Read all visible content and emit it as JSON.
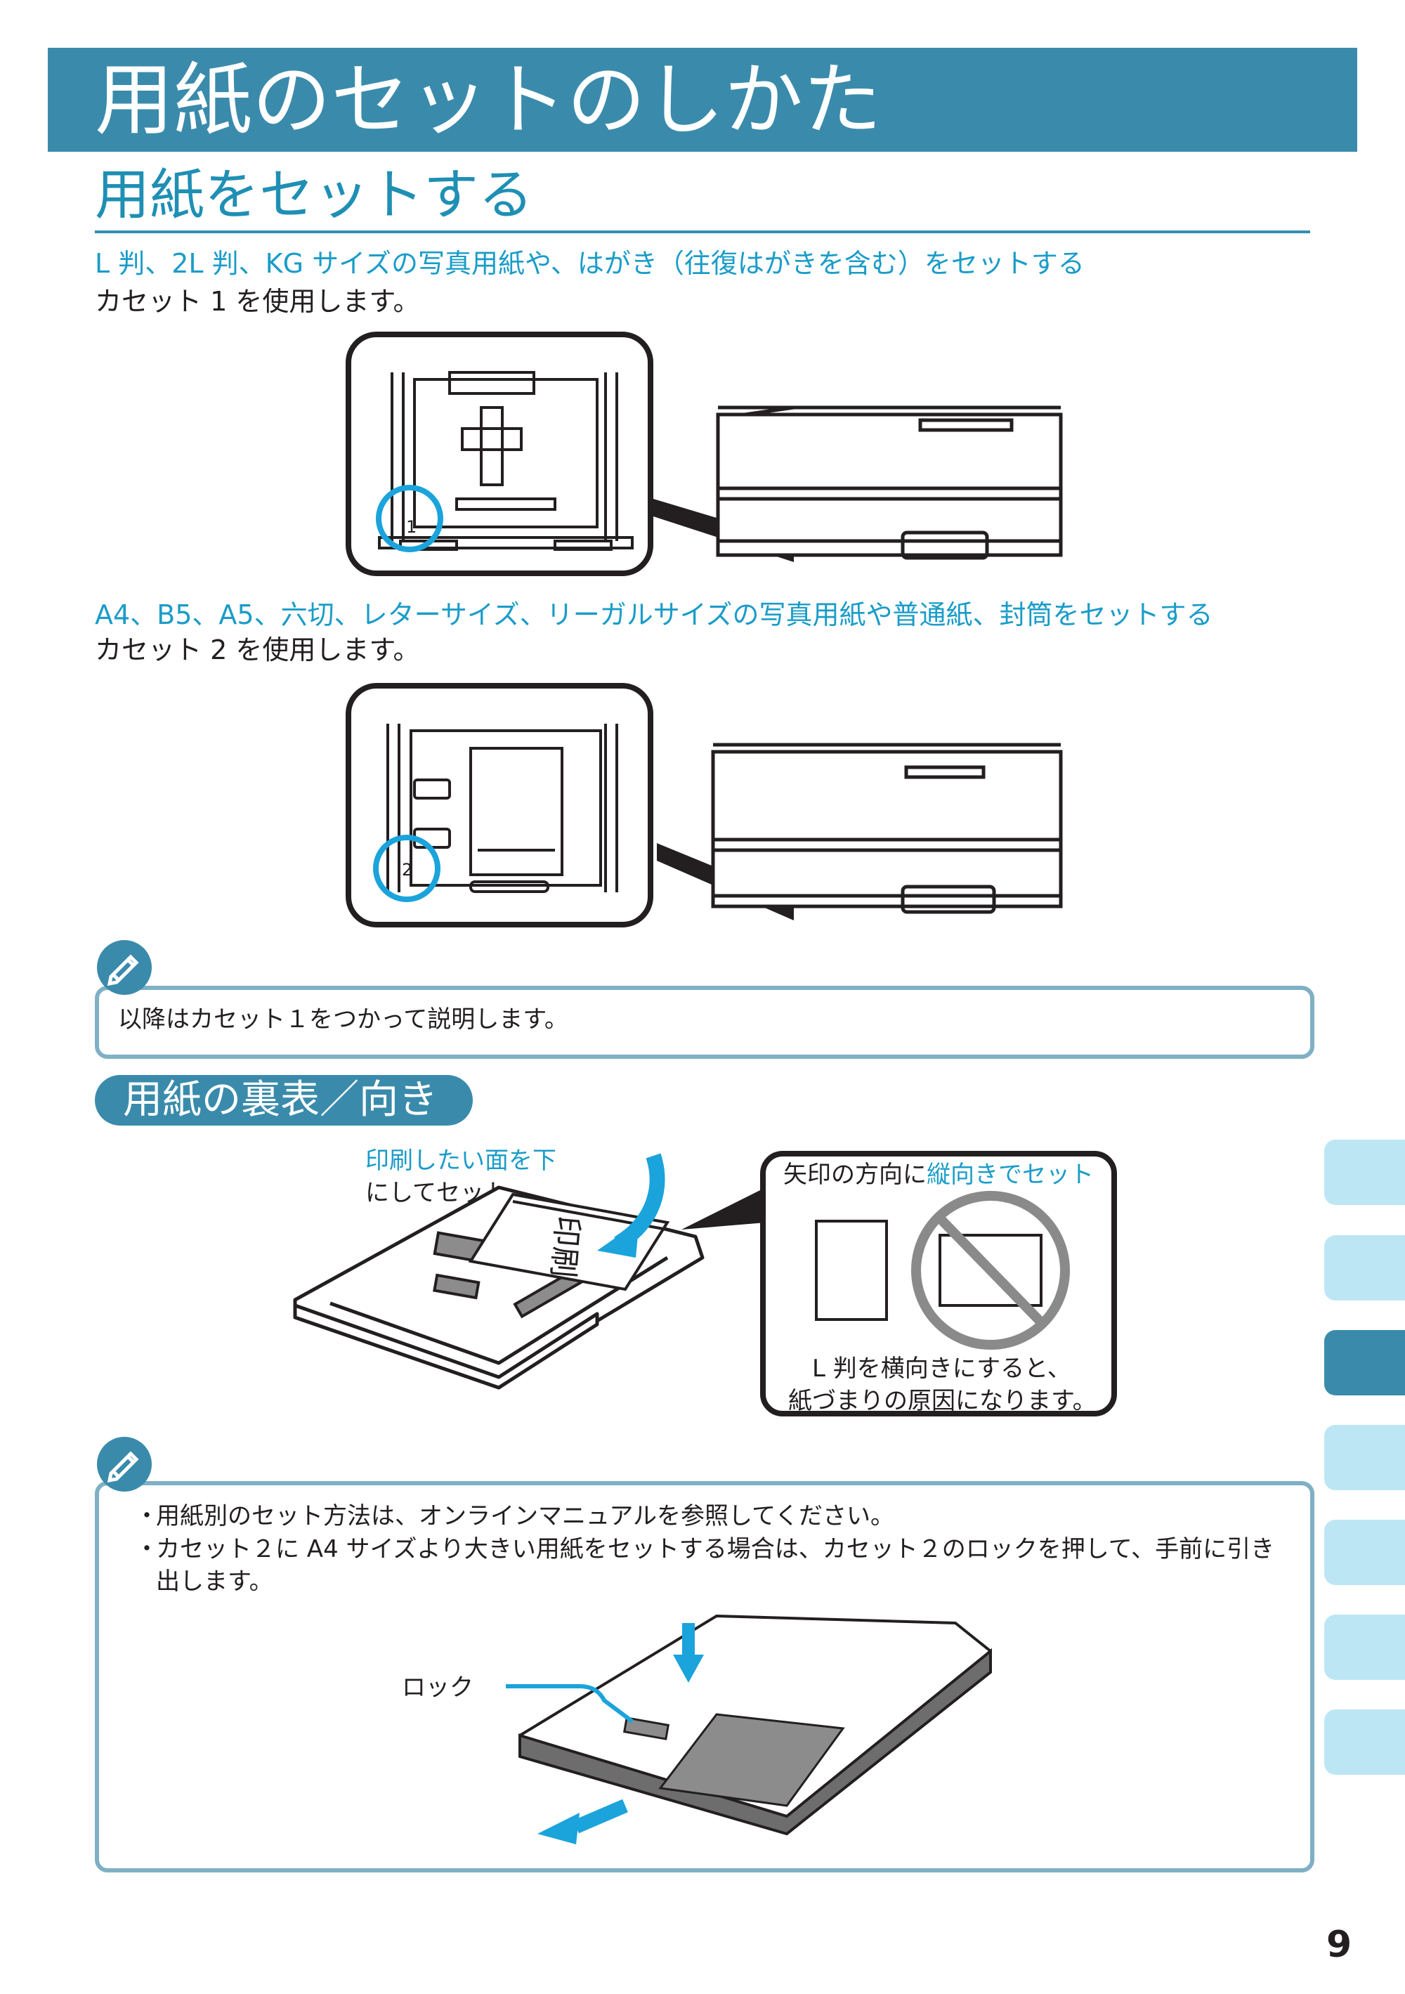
{
  "page": {
    "title": "用紙のセットのしかた",
    "section_title": "用紙をセットする",
    "page_number": "9"
  },
  "cassette1": {
    "heading": "L 判、2L 判、KG サイズの写真用紙や、はがき（往復はがきを含む）をセットする",
    "text": "カセット 1 を使用します。",
    "badge": "1"
  },
  "cassette2": {
    "heading": "A4、B5、A5、六切、レターサイズ、リーガルサイズの写真用紙や普通紙、封筒をセットする",
    "text": "カセット 2 を使用します。",
    "badge": "2"
  },
  "note1": {
    "text": "以降はカセット１をつかって説明します。"
  },
  "orientation": {
    "heading": "用紙の裏表／向き",
    "print_side_label_1": "印刷したい面を下",
    "print_side_label_2": "にしてセット",
    "callout_prefix": "矢印の方向に",
    "callout_highlight": "縦向きでセット",
    "warning_line1": "L 判を横向きにすると、",
    "warning_line2": "紙づまりの原因になります。",
    "paper_mark": "印刷"
  },
  "note2": {
    "bullet1": "用紙別のセット方法は、オンラインマニュアルを参照してください。",
    "bullet2_line1": "カセット２に A4 サイズより大きい用紙をセットする場合は、カセット２のロックを押して、手前に引き",
    "bullet2_line2": "出します。",
    "lock_label": "ロック"
  },
  "colors": {
    "accent": "#3a8bab",
    "highlight": "#1a9cc8",
    "circle": "#1ba3dc",
    "tab": "#bde6f5"
  }
}
